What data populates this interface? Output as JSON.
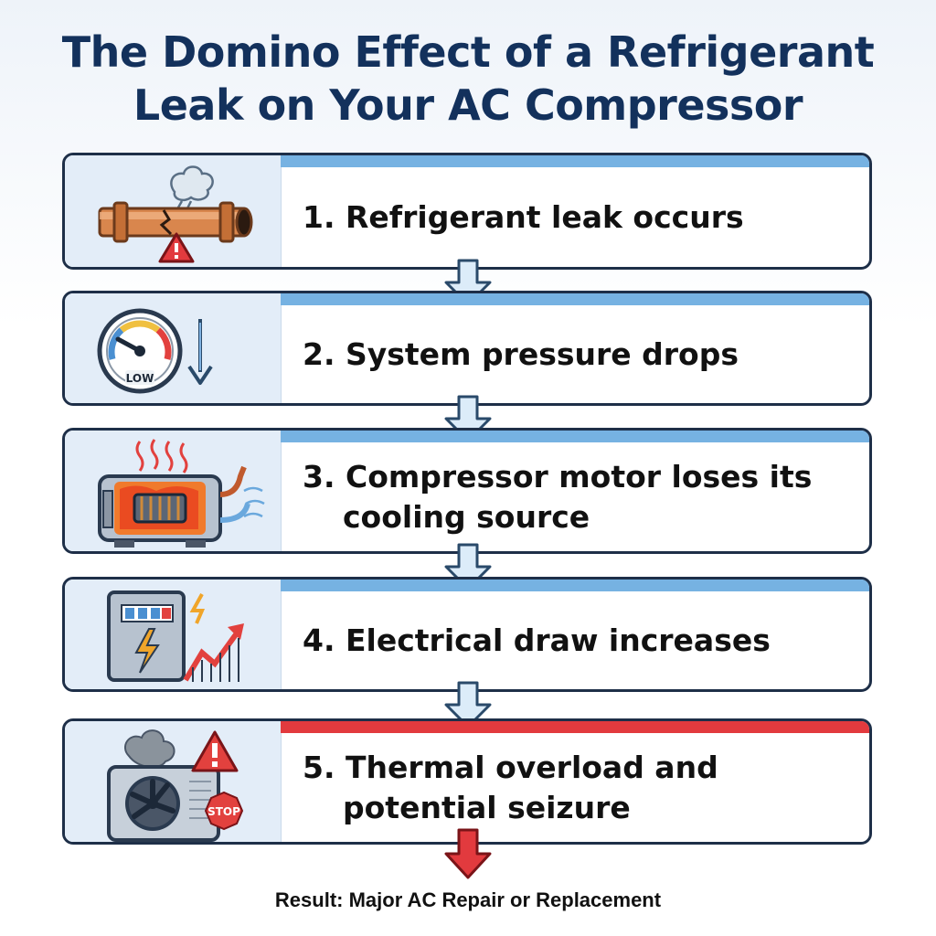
{
  "title": {
    "line1": "The Domino Effect of a Refrigerant",
    "line2": "Leak on Your AC Compressor"
  },
  "steps": [
    {
      "text": "1. Refrigerant leak occurs",
      "icon": "leaking-pipe-icon"
    },
    {
      "text": "2. System pressure drops",
      "icon": "pressure-gauge-icon",
      "gauge_label": "LOW"
    },
    {
      "text": "3. Compressor motor loses its cooling source",
      "icon": "overheating-motor-icon"
    },
    {
      "text": "4. Electrical draw increases",
      "icon": "electrical-panel-icon"
    },
    {
      "text": "5. Thermal overload and potential seizure",
      "icon": "seized-ac-unit-icon",
      "stop_label": "STOP"
    }
  ],
  "result": "Result: Major AC Repair or Replacement",
  "colors": {
    "title": "#13315c",
    "border": "#1e2f48",
    "accent_blue": "#76b2e2",
    "accent_red": "#e23a3e",
    "panel": "#e3edf8"
  }
}
